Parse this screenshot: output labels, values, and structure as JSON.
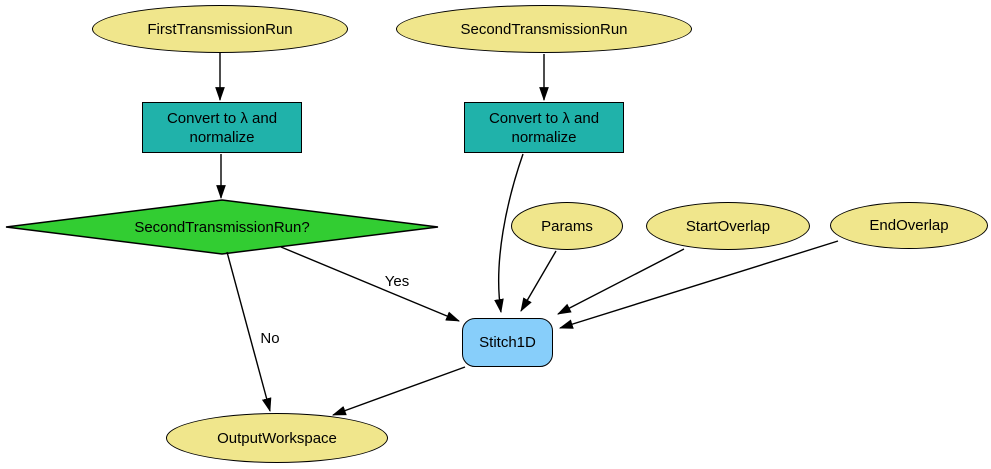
{
  "diagram": {
    "type": "flowchart",
    "background_color": "#FFFFFF",
    "colors": {
      "input_output_fill": "#F0E68C",
      "process_fill": "#20B2AA",
      "decision_fill": "#32CD32",
      "algorithm_fill": "#87CEFA",
      "node_border": "#000000",
      "edge_stroke": "#000000",
      "text": "#000000"
    },
    "nodes": {
      "first_transmission_run": {
        "label": "FirstTransmissionRun",
        "shape": "ellipse"
      },
      "second_transmission_run": {
        "label": "SecondTransmissionRun",
        "shape": "ellipse"
      },
      "convert_left": {
        "label": "Convert to λ and\nnormalize",
        "shape": "rectangle"
      },
      "convert_right": {
        "label": "Convert to λ and\nnormalize",
        "shape": "rectangle"
      },
      "decision": {
        "label": "SecondTransmissionRun?",
        "shape": "diamond"
      },
      "params": {
        "label": "Params",
        "shape": "ellipse"
      },
      "start_overlap": {
        "label": "StartOverlap",
        "shape": "ellipse"
      },
      "end_overlap": {
        "label": "EndOverlap",
        "shape": "ellipse"
      },
      "stitch1d": {
        "label": "Stitch1D",
        "shape": "rounded-rectangle"
      },
      "output_workspace": {
        "label": "OutputWorkspace",
        "shape": "ellipse"
      }
    },
    "edge_labels": {
      "yes": "Yes",
      "no": "No"
    },
    "edges": [
      {
        "from": "first_transmission_run",
        "to": "convert_left"
      },
      {
        "from": "convert_left",
        "to": "decision"
      },
      {
        "from": "second_transmission_run",
        "to": "convert_right"
      },
      {
        "from": "convert_right",
        "to": "stitch1d"
      },
      {
        "from": "params",
        "to": "stitch1d"
      },
      {
        "from": "start_overlap",
        "to": "stitch1d"
      },
      {
        "from": "end_overlap",
        "to": "stitch1d"
      },
      {
        "from": "decision",
        "to": "stitch1d",
        "label": "Yes"
      },
      {
        "from": "decision",
        "to": "output_workspace",
        "label": "No"
      },
      {
        "from": "stitch1d",
        "to": "output_workspace"
      }
    ]
  }
}
